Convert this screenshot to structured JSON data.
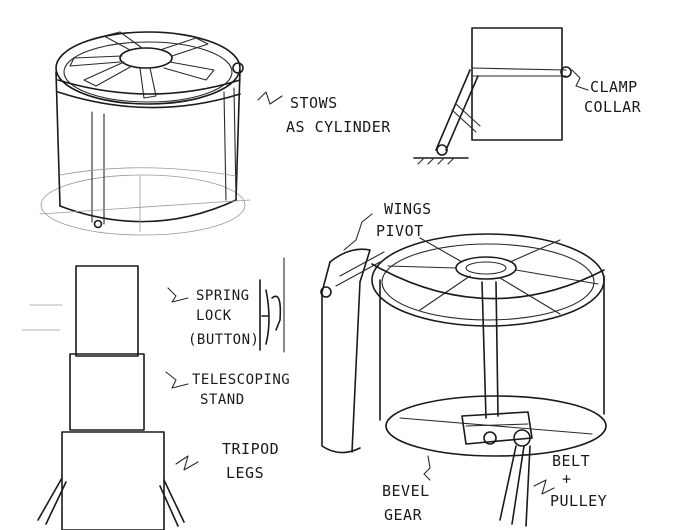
{
  "labels": {
    "stows_1": "STOWS",
    "stows_2": "AS CYLINDER",
    "clamp_1": "CLAMP",
    "clamp_2": "COLLAR",
    "wings_1": "WINGS",
    "wings_2": "PIVOT",
    "spring_1": "SPRING",
    "spring_2": "LOCK",
    "spring_3": "(BUTTON)",
    "tele_1": "TELESCOPING",
    "tele_2": "STAND",
    "tripod_1": "TRIPOD",
    "tripod_2": "LEGS",
    "bevel_1": "BEVEL",
    "bevel_2": "GEAR",
    "belt_1": "BELT",
    "belt_2": "+",
    "belt_3": "PULLEY"
  }
}
